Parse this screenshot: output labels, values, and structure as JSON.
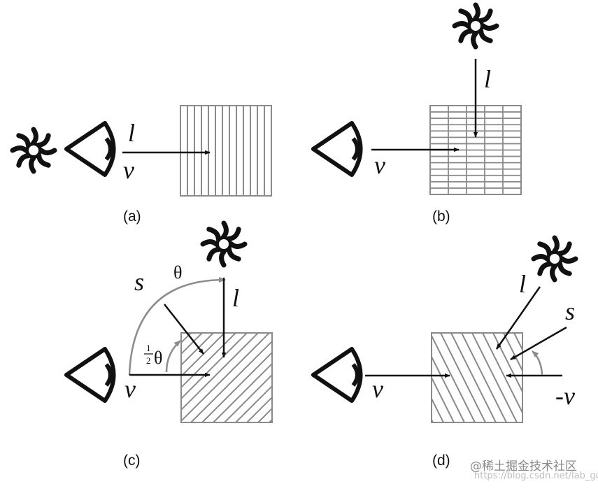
{
  "panels": {
    "a": {
      "caption": "(a)",
      "l": "l",
      "v": "v"
    },
    "b": {
      "caption": "(b)",
      "l": "l",
      "v": "v"
    },
    "c": {
      "caption": "(c)",
      "s": "s",
      "theta": "θ",
      "half_num": "1",
      "half_den": "2",
      "half_theta": "θ",
      "l": "l",
      "v": "v"
    },
    "d": {
      "caption": "(d)",
      "l": "l",
      "s": "s",
      "v": "v",
      "neg_v": "-v"
    }
  },
  "watermark": {
    "main": "@稀土掘金技术社区",
    "sub": "https://blog.csdn.net/lab_god"
  },
  "colors": {
    "ink": "#111111",
    "hatch": "#8a8a8a",
    "gray_arrow": "#8c8c8c"
  }
}
